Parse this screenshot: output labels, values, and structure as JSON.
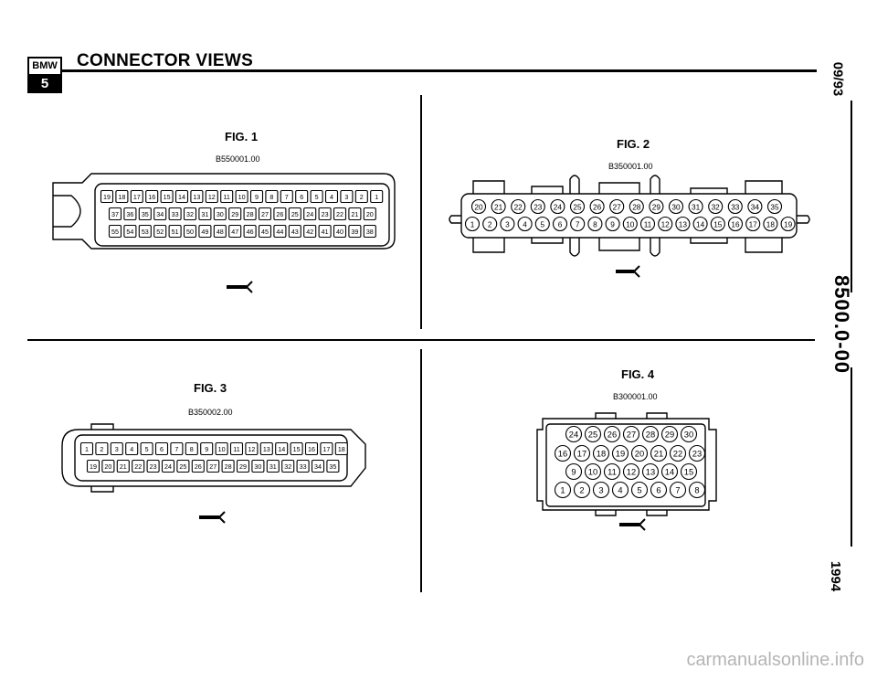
{
  "header": {
    "logo": {
      "brand": "BMW",
      "series": "5"
    },
    "title": "CONNECTOR VIEWS"
  },
  "side": {
    "date": "09/93",
    "doc_number": "8500.0-00",
    "year": "1994"
  },
  "figures": [
    {
      "label": "FIG. 1",
      "code": "B550001.00",
      "rows": [
        [
          19,
          18,
          17,
          16,
          15,
          14,
          13,
          12,
          11,
          10,
          9,
          8,
          7,
          6,
          5,
          4,
          3,
          2,
          1
        ],
        [
          37,
          36,
          35,
          34,
          33,
          32,
          31,
          30,
          29,
          28,
          27,
          26,
          25,
          24,
          23,
          22,
          21,
          20
        ],
        [
          55,
          54,
          53,
          52,
          51,
          50,
          49,
          48,
          47,
          46,
          45,
          44,
          43,
          42,
          41,
          40,
          39,
          38
        ]
      ]
    },
    {
      "label": "FIG. 2",
      "code": "B350001.00",
      "rows": [
        [
          20,
          21,
          22,
          23,
          24,
          25,
          26,
          27,
          28,
          29,
          30,
          31,
          32,
          33,
          34,
          35
        ],
        [
          1,
          2,
          3,
          4,
          5,
          6,
          7,
          8,
          9,
          10,
          11,
          12,
          13,
          14,
          15,
          16,
          17,
          18,
          19
        ]
      ]
    },
    {
      "label": "FIG. 3",
      "code": "B350002.00",
      "rows": [
        [
          1,
          2,
          3,
          4,
          5,
          6,
          7,
          8,
          9,
          10,
          11,
          12,
          13,
          14,
          15,
          16,
          17,
          18
        ],
        [
          19,
          20,
          21,
          22,
          23,
          24,
          25,
          26,
          27,
          28,
          29,
          30,
          31,
          32,
          33,
          34,
          35
        ]
      ]
    },
    {
      "label": "FIG. 4",
      "code": "B300001.00",
      "rows": [
        [
          24,
          25,
          26,
          27,
          28,
          29,
          30
        ],
        [
          16,
          17,
          18,
          19,
          20,
          21,
          22,
          23
        ],
        [
          9,
          10,
          11,
          12,
          13,
          14,
          15
        ],
        [
          1,
          2,
          3,
          4,
          5,
          6,
          7,
          8
        ]
      ]
    }
  ],
  "watermark": "carmanualsonline.info"
}
